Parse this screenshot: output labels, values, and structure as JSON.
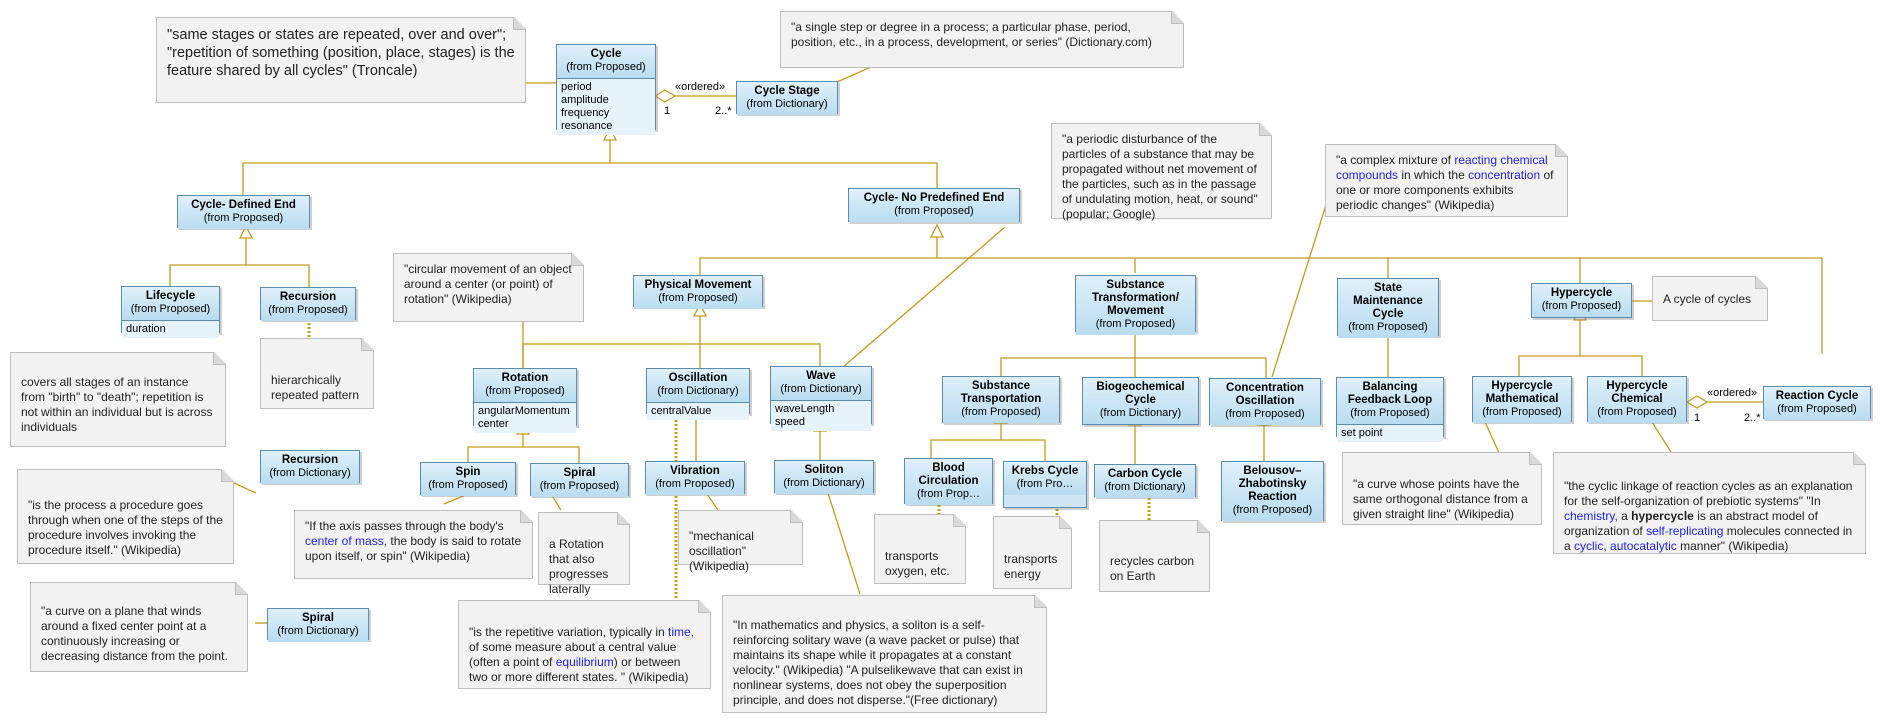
{
  "classes": {
    "cycle": {
      "name": "Cycle",
      "stereotype": "(from Proposed)",
      "attrs": [
        "period",
        "amplitude",
        "frequency",
        "resonance"
      ]
    },
    "cycle_stage": {
      "name": "Cycle Stage",
      "stereotype": "(from Dictionary)"
    },
    "cycle_defined_end": {
      "name": "Cycle- Defined End",
      "stereotype": "(from Proposed)"
    },
    "cycle_no_predefined_end": {
      "name": "Cycle- No Predefined End",
      "stereotype": "(from Proposed)"
    },
    "lifecycle": {
      "name": "Lifecycle",
      "stereotype": "(from Proposed)",
      "attrs": [
        "duration"
      ]
    },
    "recursion_proposed": {
      "name": "Recursion",
      "stereotype": "(from Proposed)"
    },
    "recursion_dictionary": {
      "name": "Recursion",
      "stereotype": "(from Dictionary)"
    },
    "spiral_dictionary": {
      "name": "Spiral",
      "stereotype": "(from Dictionary)"
    },
    "physical_movement": {
      "name": "Physical Movement",
      "stereotype": "(from Proposed)"
    },
    "rotation": {
      "name": "Rotation",
      "stereotype": "(from Proposed)",
      "attrs": [
        "angularMomentum",
        "center"
      ]
    },
    "oscillation": {
      "name": "Oscillation",
      "stereotype": "(from Dictionary)",
      "attrs": [
        "centralValue"
      ]
    },
    "wave": {
      "name": "Wave",
      "stereotype": "(from Dictionary)",
      "attrs": [
        "waveLength",
        "speed"
      ]
    },
    "spin": {
      "name": "Spin",
      "stereotype": "(from Proposed)"
    },
    "spiral_proposed": {
      "name": "Spiral",
      "stereotype": "(from Proposed)"
    },
    "vibration": {
      "name": "Vibration",
      "stereotype": "(from Proposed)"
    },
    "soliton": {
      "name": "Soliton",
      "stereotype": "(from Dictionary)"
    },
    "substance_transformation": {
      "name": "Substance Transformation/ Movement",
      "stereotype": "(from Proposed)"
    },
    "substance_transportation": {
      "name": "Substance Transportation",
      "stereotype": "(from Proposed)"
    },
    "biogeochemical": {
      "name": "Biogeochemical Cycle",
      "stereotype": "(from Dictionary)"
    },
    "concentration_oscillation": {
      "name": "Concentration Oscillation",
      "stereotype": "(from Proposed)"
    },
    "blood_circulation": {
      "name": "Blood Circulation",
      "stereotype": "(from Prop…"
    },
    "krebs_cycle": {
      "name": "Krebs Cycle",
      "stereotype": "(from Pro…"
    },
    "carbon_cycle": {
      "name": "Carbon Cycle",
      "stereotype": "(from Dictionary)"
    },
    "belousov": {
      "name": "Belousov–Zhabotinsky Reaction",
      "stereotype": "(from Proposed)"
    },
    "state_maintenance": {
      "name": "State Maintenance Cycle",
      "stereotype": "(from Proposed)"
    },
    "balancing_feedback": {
      "name": "Balancing Feedback Loop",
      "stereotype": "(from Proposed)",
      "attrs": [
        "set point"
      ]
    },
    "hypercycle": {
      "name": "Hypercycle",
      "stereotype": "(from Proposed)"
    },
    "hypercycle_mathematical": {
      "name": "Hypercycle Mathematical",
      "stereotype": "(from Proposed)"
    },
    "hypercycle_chemical": {
      "name": "Hypercycle Chemical",
      "stereotype": "(from Proposed)"
    },
    "reaction_cycle": {
      "name": "Reaction Cycle",
      "stereotype": "(from Proposed)"
    }
  },
  "association_labels": {
    "ordered": "«ordered»",
    "cycle_end": "1",
    "stage_end": "2..*",
    "hyper_end": "1",
    "reaction_end": "2..*"
  },
  "notes": {
    "cycle_def": "\"same stages or states are repeated, over and over\"; \"repetition of something (position, place, stages) is the feature shared by all cycles\" (Troncale)",
    "stage_def": "\"a single step or degree in a process; a particular phase, period, position, etc., in a process, development, or series\" (Dictionary.com)",
    "wave_def": "\"a periodic disturbance of the particles of a substance that may be propagated without net movement of the particles, such as in the passage of undulating motion, heat, or sound\" (popular; Google)",
    "conc_def_1": "\"a complex mixture of ",
    "conc_def_link1": "reacting chemical compounds",
    "conc_def_2": " in which the ",
    "conc_def_link2": "concentration",
    "conc_def_3": " of one or more components exhibits periodic changes\" (Wikipedia)",
    "hypercycle_def": "A cycle of cycles",
    "rotation_def": "\"circular movement of an object around a center (or point) of rotation\" (Wikipedia)",
    "lifecycle_def": "covers all stages of an instance from \"birth\" to \"death\"; repetition is not within an individual but is across individuals",
    "recursion_pattern": "hierarchically repeated pattern",
    "recursion_def": "\"is the process a procedure goes through when one of the steps of the procedure involves invoking the procedure itself.\" (Wikipedia)",
    "spiral_def": "\"a curve on a plane that winds around a fixed center point at a continuously increasing or decreasing distance from the point.",
    "spin_def_1": "\"If the axis passes through the body's ",
    "spin_def_link": "center of mass",
    "spin_def_2": ", the body is said to rotate upon itself, or spin\" (Wikipedia)",
    "spiral_rotation": "a Rotation that also progresses laterally",
    "vibration_def": "\"mechanical oscillation\" (Wikipedia)",
    "osc_def_1": "\"is the repetitive variation, typically in ",
    "osc_def_link1": "time",
    "osc_def_2": ", of some measure about a central value (often a point of ",
    "osc_def_link2": "equilibrium",
    "osc_def_3": ") or between two or more different states. \" (Wikipedia)",
    "soliton_def": "\"In mathematics and physics, a soliton is a self-reinforcing solitary wave (a wave packet or pulse) that maintains its shape while it propagates at a constant velocity.\" (Wikipedia) \"A pulselikewave that can exist in nonlinear systems, does not obey the superposition principle, and does not disperse.\"(Free dictionary)",
    "blood_note": "transports oxygen, etc.",
    "krebs_note": "transports energy",
    "carbon_note": "recycles carbon on Earth",
    "feedback_note": "\"a curve whose points have the same orthogonal distance from a given straight line\" (Wikipedia)",
    "chem_def_1": "\"the cyclic linkage of reaction cycles as an explanation for the self-organization of prebiotic systems\" \"In ",
    "chem_def_link1": "chemistry",
    "chem_def_2": ", a ",
    "chem_def_bold": "hypercycle",
    "chem_def_3": " is an abstract model of organization of ",
    "chem_def_link2": "self-replicating",
    "chem_def_4": " molecules connected in a ",
    "chem_def_link3": "cyclic",
    "chem_def_5": ", ",
    "chem_def_link4": "autocatalytic",
    "chem_def_6": " manner\" (Wikipedia)"
  },
  "colors": {
    "class_fill": "#cfe7f5",
    "class_border": "#5b8cae",
    "connector": "#c49a1b",
    "note_fill": "#f2f2f2"
  }
}
